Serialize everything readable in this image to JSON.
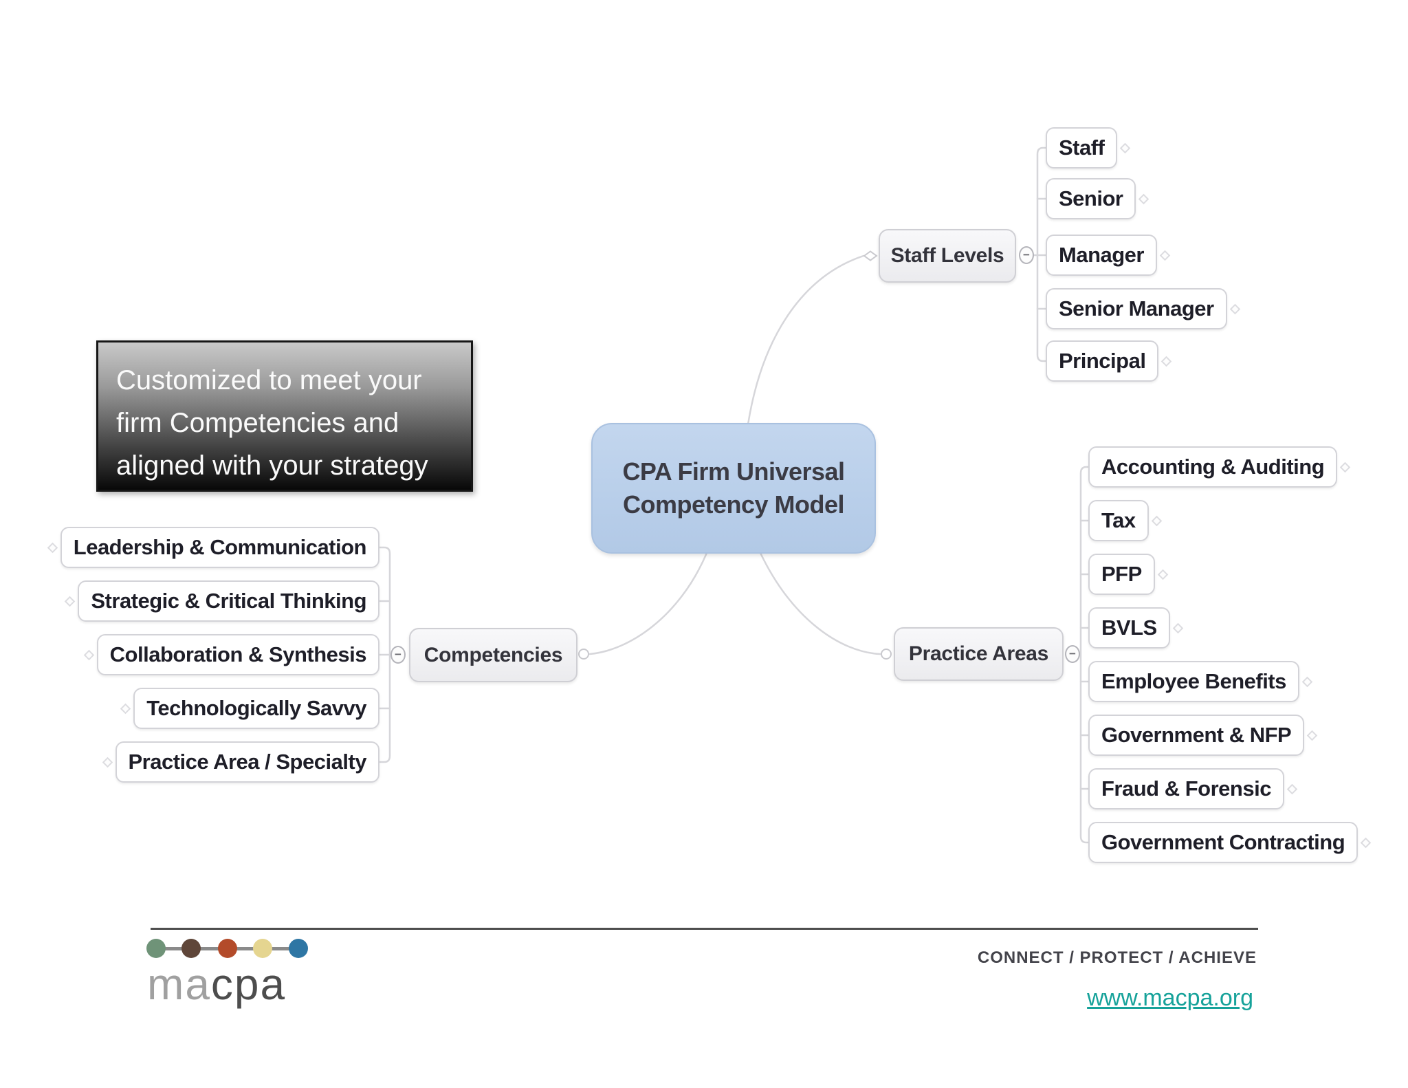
{
  "mindmap": {
    "root": {
      "line1": "CPA Firm Universal",
      "line2": "Competency Model"
    },
    "branches": [
      {
        "label": "Staff Levels",
        "children": [
          "Staff",
          "Senior",
          "Manager",
          "Senior Manager",
          "Principal"
        ]
      },
      {
        "label": "Competencies",
        "children": [
          "Leadership & Communication",
          "Strategic & Critical Thinking",
          "Collaboration & Synthesis",
          "Technologically Savvy",
          "Practice Area / Specialty"
        ]
      },
      {
        "label": "Practice Areas",
        "children": [
          "Accounting & Auditing",
          "Tax",
          "PFP",
          "BVLS",
          "Employee Benefits",
          "Government & NFP",
          "Fraud & Forensic",
          "Government Contracting"
        ]
      }
    ]
  },
  "callout": {
    "line1": "Customized to meet your",
    "line2": "firm Competencies and",
    "line3": "aligned with your strategy"
  },
  "icons": {
    "collapse_toggle": "−"
  },
  "footer": {
    "logo_ma": "ma",
    "logo_cpa": "cpa",
    "tagline": "CONNECT / PROTECT / ACHIEVE",
    "link": "www.macpa.org"
  },
  "colors": {
    "central_node_fill": "#b9cfea",
    "central_node_border": "#a9c1e0",
    "branch_node_fill": "#f4f4f6",
    "node_border": "#cfcfd4",
    "connector": "#d6d6da",
    "leaf_text": "#1e1e28",
    "callout_gradient_top": "#c9c9c9",
    "callout_gradient_bottom": "#080808",
    "link_teal": "#16a29a",
    "tagline_gray": "#43434a",
    "footer_rule": "#4e4e4e",
    "logo_ma_gray": "#a0a0a0",
    "logo_cpa_gray": "#4d4d4d",
    "logo_dots": [
      "#6f9378",
      "#5f4639",
      "#b34b2a",
      "#e5d590",
      "#2e76a4"
    ]
  }
}
